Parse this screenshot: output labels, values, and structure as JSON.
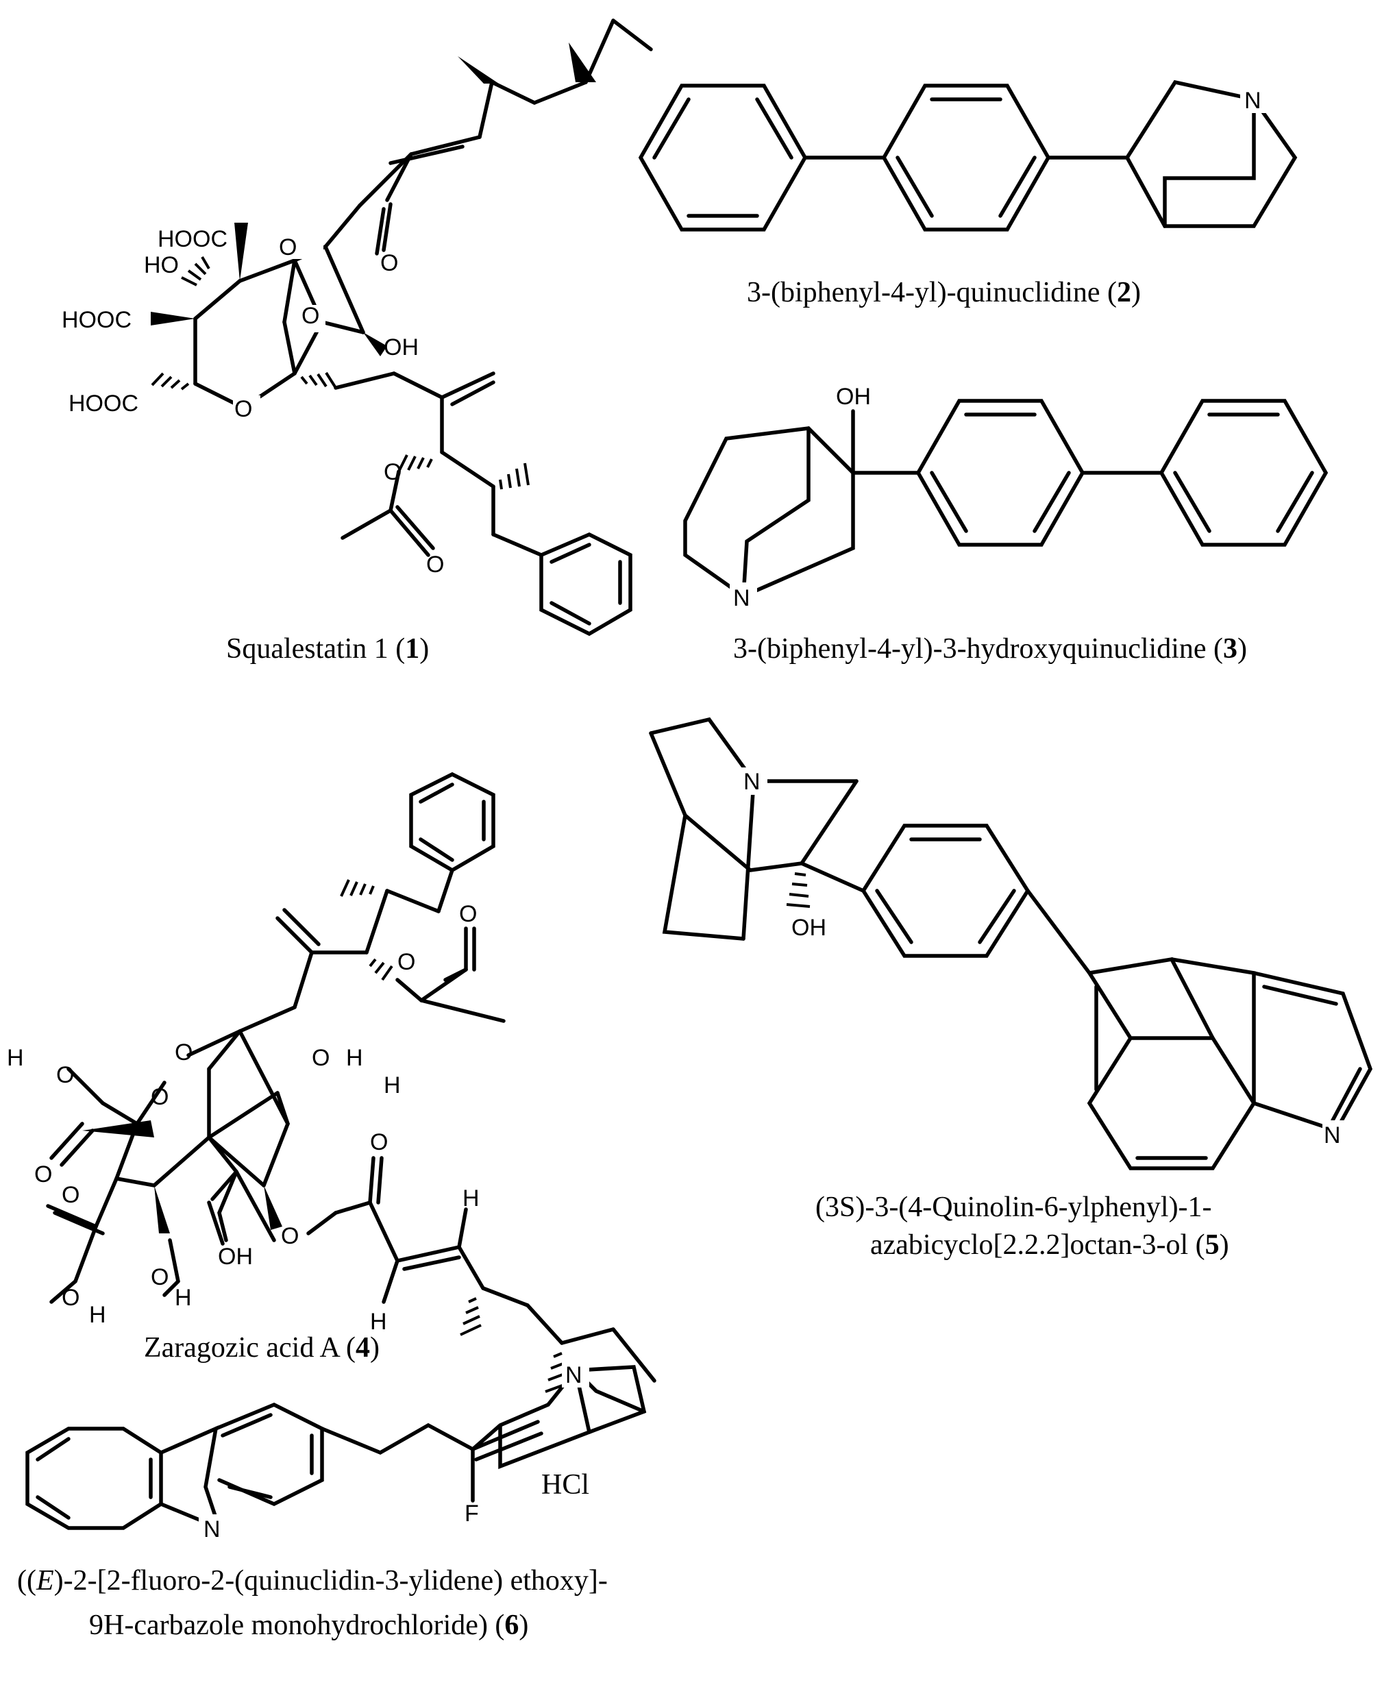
{
  "atom_labels": {
    "hooc": "HOOC",
    "ho": "HO",
    "oh": "OH",
    "o": "O",
    "n": "N",
    "h": "H",
    "f": "F",
    "hcl": "HCl"
  },
  "captions": {
    "c1_name": "Squalestatin 1 (",
    "c1_num": "1",
    "c2_name": "3-(biphenyl-4-yl)-quinuclidine (",
    "c2_num": "2",
    "c3_name": "3-(biphenyl-4-yl)-3-hydroxyquinuclidine (",
    "c3_num": "3",
    "c4_name": "Zaragozic acid A (",
    "c4_num": "4",
    "c5_line1": "(3S)-3-(4-Quinolin-6-ylphenyl)-1-",
    "c5_line2_name": "azabicyclo[2.2.2]octan-3-ol (",
    "c5_num": "5",
    "c6_line1_a": "((",
    "c6_line1_e": "E",
    "c6_line1_b": ")-2-[2-fluoro-2-(quinuclidin-3-ylidene) ethoxy]-",
    "c6_line2_name": "9H-carbazole monohydrochloride) (",
    "c6_num": "6",
    "close_paren": ")"
  }
}
